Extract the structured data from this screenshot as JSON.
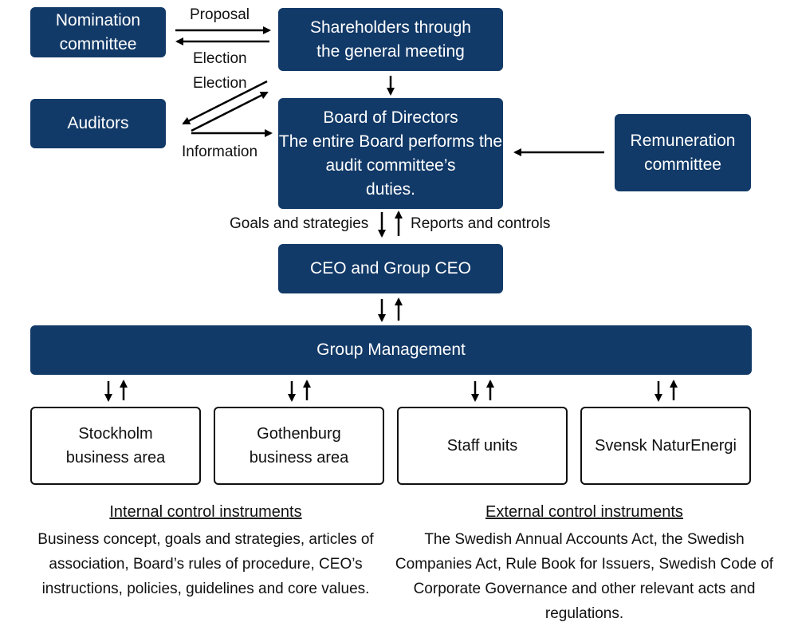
{
  "colors": {
    "box_fill": "#123a68",
    "box_text": "#ffffff",
    "arrow": "#000000",
    "outline": "#111111"
  },
  "nodes": {
    "nomination": "Nomination\ncommittee",
    "shareholders": "Shareholders through\nthe general meeting",
    "auditors": "Auditors",
    "board": "Board of Directors\nThe entire Board performs the\naudit committee’s\nduties.",
    "remuneration": "Remuneration\ncommittee",
    "ceo": "CEO and Group CEO",
    "group_management": "Group Management",
    "stockholm": "Stockholm\nbusiness area",
    "gothenburg": "Gothenburg\nbusiness area",
    "staff": "Staff units",
    "svensk": "Svensk NaturEnergi"
  },
  "edge_labels": {
    "proposal": "Proposal",
    "election_1": "Election",
    "election_2": "Election",
    "information": "Information",
    "goals": "Goals and strategies",
    "reports": "Reports and controls"
  },
  "internal": {
    "title": "Internal control instruments",
    "text": "Business concept, goals and strategies, articles of association, Board’s rules of procedure, CEO’s instructions, policies, guidelines and core values."
  },
  "external": {
    "title": "External control instruments",
    "text": "The Swedish Annual Accounts Act, the Swedish Companies Act, Rule Book for Issuers, Swedish Code of Corporate Governance and other relevant acts and regulations."
  }
}
